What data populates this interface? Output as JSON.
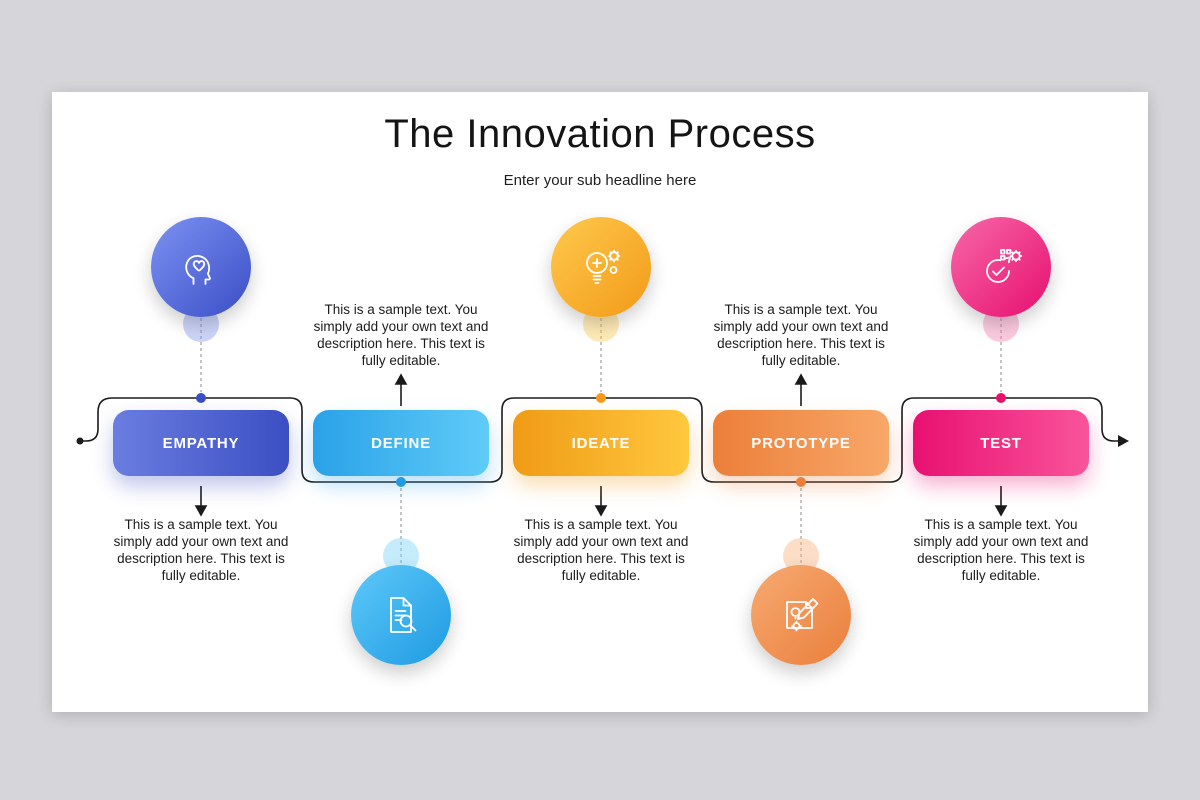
{
  "header": {
    "title": "The Innovation Process",
    "subtitle": "Enter your sub headline here"
  },
  "steps": [
    {
      "label": "EMPATHY",
      "description": "This is a sample text. You simply add your own text and description here. This text is fully editable.",
      "accent": "#3b4fc3",
      "icon": "head-heart-icon"
    },
    {
      "label": "DEFINE",
      "description": "This is a sample text. You simply add your own text and description here. This text is fully editable.",
      "accent": "#1e9ae2",
      "icon": "document-magnifier-icon"
    },
    {
      "label": "IDEATE",
      "description": "This is a sample text. You simply add your own text and description here. This text is fully editable.",
      "accent": "#f59a18",
      "icon": "lightbulb-gears-icon"
    },
    {
      "label": "PROTOTYPE",
      "description": "This is a sample text. You simply add your own text and description here. This text is fully editable.",
      "accent": "#ec7f3a",
      "icon": "blueprint-pencil-icon"
    },
    {
      "label": "TEST",
      "description": "This is a sample text. You simply add your own text and description here. This text is fully editable.",
      "accent": "#e8116f",
      "icon": "gauge-check-icon"
    }
  ],
  "connector": {
    "line_color": "#1b1b1b",
    "dash_color": "#9aa0a8"
  }
}
